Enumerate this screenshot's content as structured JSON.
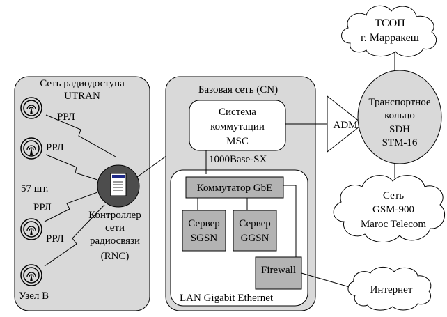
{
  "colors": {
    "panel_fill": "#d9d9d9",
    "cloud_fill": "#ffffff",
    "box_fill": "#b3b3b3",
    "rnc_fill": "#4d4d4d",
    "ring_fill": "#d9d9d9"
  },
  "access": {
    "title_line1": "Сеть радиодоступа",
    "title_line2": "UTRAN",
    "count": "57 шт.",
    "node_label": "Узел B",
    "rrl_labels": [
      "РРЛ",
      "РРЛ",
      "РРЛ",
      "РРЛ"
    ]
  },
  "rnc": {
    "line1": "Контроллер",
    "line2": "сети",
    "line3": "радиосвязи",
    "line4": "(RNC)"
  },
  "core": {
    "title": "Базовая сеть (CN)",
    "msc_line1": "Система",
    "msc_line2": "коммутации",
    "msc_line3": "MSC",
    "link_label": "1000Base-SX",
    "lan_label": "LAN Gigabit Ethernet",
    "switch_label": "Коммутатор GbE",
    "sgsn_line1": "Сервер",
    "sgsn_line2": "SGSN",
    "ggsn_line1": "Сервер",
    "ggsn_line2": "GGSN",
    "firewall_label": "Firewall"
  },
  "adm_label": "ADM",
  "ring": {
    "line1": "Транспортное",
    "line2": "кольцо",
    "line3": "SDH",
    "line4": "STM-16"
  },
  "clouds": {
    "pstn_line1": "ТСОП",
    "pstn_line2": "г. Марракеш",
    "gsm_line1": "Сеть",
    "gsm_line2": "GSM-900",
    "gsm_line3": "Maroc Telecom",
    "internet": "Интернет"
  }
}
